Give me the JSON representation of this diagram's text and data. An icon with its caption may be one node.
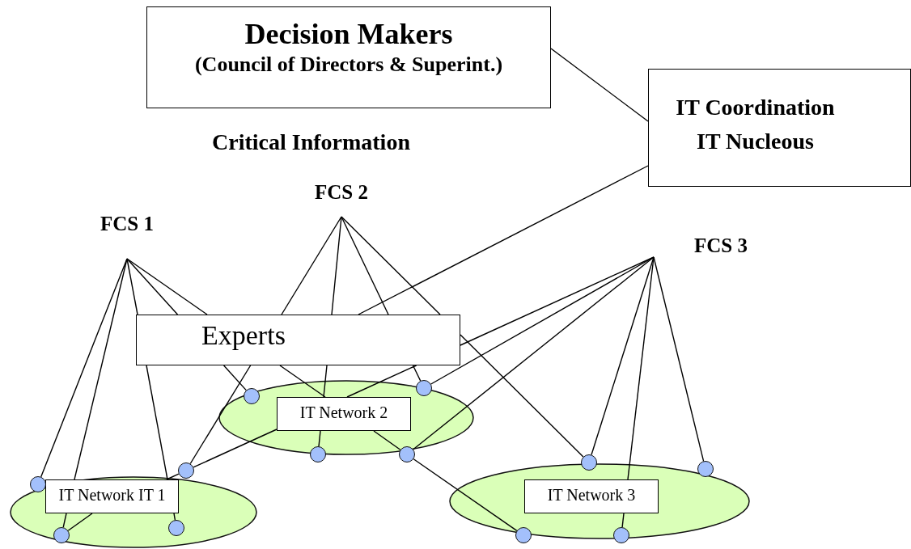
{
  "diagram": {
    "nodes": [
      {
        "text": [
          "Decision Makers",
          "(Council of Directors & Superint.)"
        ]
      },
      {
        "text": [
          "IT Coordination IT Nucleous"
        ]
      },
      {
        "text": [
          "FCS 1"
        ]
      },
      {
        "text": [
          "FCS 2"
        ]
      },
      {
        "text": [
          "FCS 3"
        ]
      },
      {
        "text": [
          "Experts"
        ]
      },
      {
        "text": [],
        "shape": "ellipse"
      },
      {
        "text": [
          "IT Network 2"
        ],
        "in": 6
      },
      {
        "text": [],
        "shape": "circle",
        "in": 6
      },
      {
        "text": [],
        "shape": "circle",
        "in": 6
      },
      {
        "text": [],
        "shape": "circle",
        "in": 6
      },
      {
        "text": [],
        "shape": "circle",
        "in": 6
      },
      {
        "text": [],
        "shape": "ellipse"
      },
      {
        "text": [
          "IT Network IT 1"
        ],
        "in": 12
      },
      {
        "text": [],
        "shape": "circle",
        "in": 12
      },
      {
        "text": [],
        "shape": "circle"
      },
      {
        "text": [],
        "shape": "circle",
        "in": 12
      },
      {
        "text": [],
        "shape": "circle",
        "in": 12
      },
      {
        "text": [],
        "shape": "ellipse"
      },
      {
        "text": [
          "IT Network 3"
        ],
        "in": 18
      },
      {
        "text": [],
        "shape": "circle",
        "in": 18
      },
      {
        "text": [],
        "shape": "circle",
        "in": 18
      },
      {
        "text": [],
        "shape": "circle",
        "in": 18
      },
      {
        "text": [],
        "shape": "circle",
        "in": 18
      }
    ],
    "edges": [
      {
        "from": 0,
        "to": 1,
        "arrow": "none"
      },
      {
        "from": 1,
        "to": 5,
        "arrow": "none"
      },
      {
        "from": 2,
        "to": 14,
        "arrow": "none"
      },
      {
        "from": 2,
        "to": 13,
        "arrow": "none"
      },
      {
        "from": 13,
        "to": 17,
        "arrow": "none"
      },
      {
        "from": 2,
        "to": 5,
        "arrow": "none"
      },
      {
        "from": 5,
        "to": 13,
        "arrow": "none"
      },
      {
        "from": 13,
        "to": 16,
        "arrow": "none"
      },
      {
        "from": 2,
        "to": 5,
        "arrow": "none"
      },
      {
        "from": 5,
        "to": 8,
        "arrow": "none"
      },
      {
        "from": 2,
        "to": 5,
        "arrow": "none"
      },
      {
        "from": 5,
        "to": 7,
        "arrow": "none"
      },
      {
        "from": 7,
        "to": 11,
        "arrow": "none"
      },
      {
        "from": 11,
        "to": 22,
        "arrow": "none"
      },
      {
        "from": 3,
        "to": 5,
        "arrow": "none"
      },
      {
        "from": 5,
        "to": 15,
        "arrow": "none"
      },
      {
        "from": 3,
        "to": 5,
        "arrow": "none"
      },
      {
        "from": 5,
        "to": 7,
        "arrow": "none"
      },
      {
        "from": 7,
        "to": 10,
        "arrow": "none"
      },
      {
        "from": 3,
        "to": 5,
        "arrow": "none"
      },
      {
        "from": 5,
        "to": 9,
        "arrow": "none"
      },
      {
        "from": 3,
        "to": 5,
        "arrow": "none"
      },
      {
        "from": 5,
        "to": 20,
        "arrow": "none"
      },
      {
        "from": 4,
        "to": 5,
        "arrow": "none"
      },
      {
        "from": 5,
        "to": 7,
        "arrow": "none"
      },
      {
        "from": 7,
        "to": 15,
        "arrow": "none"
      },
      {
        "from": 15,
        "to": 13,
        "arrow": "none"
      },
      {
        "from": 13,
        "to": 17,
        "arrow": "none"
      },
      {
        "from": 4,
        "to": 9,
        "arrow": "none"
      },
      {
        "from": 4,
        "to": 11,
        "arrow": "none"
      },
      {
        "from": 4,
        "to": 20,
        "arrow": "none"
      },
      {
        "from": 4,
        "to": 19,
        "arrow": "none"
      },
      {
        "from": 19,
        "to": 23,
        "arrow": "none"
      },
      {
        "from": 4,
        "to": 21,
        "arrow": "none"
      }
    ],
    "labels": [
      "Critical Information"
    ]
  }
}
